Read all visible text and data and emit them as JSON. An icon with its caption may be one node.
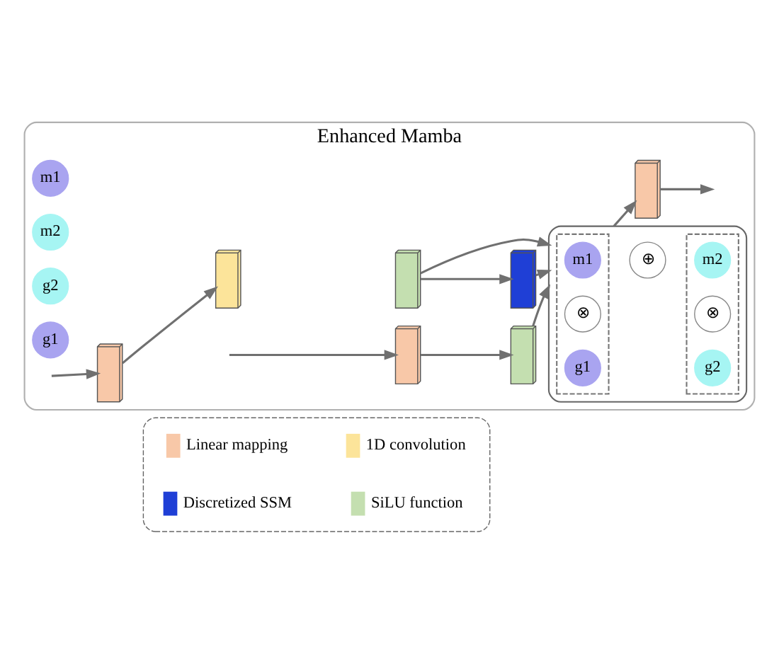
{
  "diagram": {
    "nodes": [
      {
        "text": [
          "Enhanced Mamba"
        ]
      },
      {
        "text": [],
        "shape": "box",
        "in": 0
      },
      {
        "text": [],
        "shape": "box",
        "in": 0
      },
      {
        "text": [],
        "shape": "box",
        "in": 0
      },
      {
        "text": [],
        "shape": "box",
        "in": 0
      },
      {
        "text": [
          "m1"
        ],
        "in": 0
      },
      {
        "text": [],
        "shape": "box",
        "in": 0
      },
      {
        "text": [
          "m2"
        ],
        "in": 0
      },
      {
        "text": [],
        "shape": "box",
        "in": 0
      },
      {
        "text": [],
        "shape": "box",
        "in": 8
      },
      {
        "text": [
          "m1"
        ],
        "in": 9
      },
      {
        "text": [
          "⊗"
        ],
        "in": 9
      },
      {
        "text": [
          "g1"
        ],
        "in": 9
      },
      {
        "text": [
          "⊕"
        ],
        "in": 8
      },
      {
        "text": [],
        "shape": "box",
        "in": 8
      },
      {
        "text": [
          "m2"
        ],
        "in": 14
      },
      {
        "text": [
          "⊗"
        ],
        "in": 14
      },
      {
        "text": [
          "g2"
        ],
        "in": 14
      },
      {
        "text": [],
        "shape": "box",
        "in": 0
      },
      {
        "text": [],
        "shape": "box",
        "in": 0
      },
      {
        "text": [
          "g2"
        ],
        "in": 0
      },
      {
        "text": [
          "g1"
        ],
        "in": 0
      },
      {
        "text": [],
        "shape": "box"
      }
    ],
    "edges": [
      {
        "from": null,
        "to": 1,
        "arrow": "to"
      },
      {
        "from": 1,
        "to": 2,
        "arrow": "to"
      },
      {
        "from": 3,
        "to": 4,
        "arrow": "to"
      },
      {
        "from": 3,
        "to": 8,
        "arrow": "to"
      },
      {
        "from": 4,
        "to": 8,
        "arrow": "to"
      },
      {
        "from": 8,
        "to": 6,
        "arrow": "to"
      },
      {
        "from": 6,
        "to": null,
        "arrow": "to"
      },
      {
        "from": null,
        "to": 18,
        "arrow": "to"
      },
      {
        "from": 18,
        "to": 19,
        "arrow": "to"
      },
      {
        "from": 19,
        "to": 8,
        "arrow": "to"
      }
    ],
    "legend": [
      {
        "text": "Linear mapping",
        "color": "#f8c8a8"
      },
      {
        "text": "1D convolution",
        "color": "#fce49a"
      },
      {
        "text": "Discretized SSM",
        "color": "#1f3fd6"
      },
      {
        "text": "SiLU function",
        "color": "#c4dfb0"
      }
    ]
  }
}
